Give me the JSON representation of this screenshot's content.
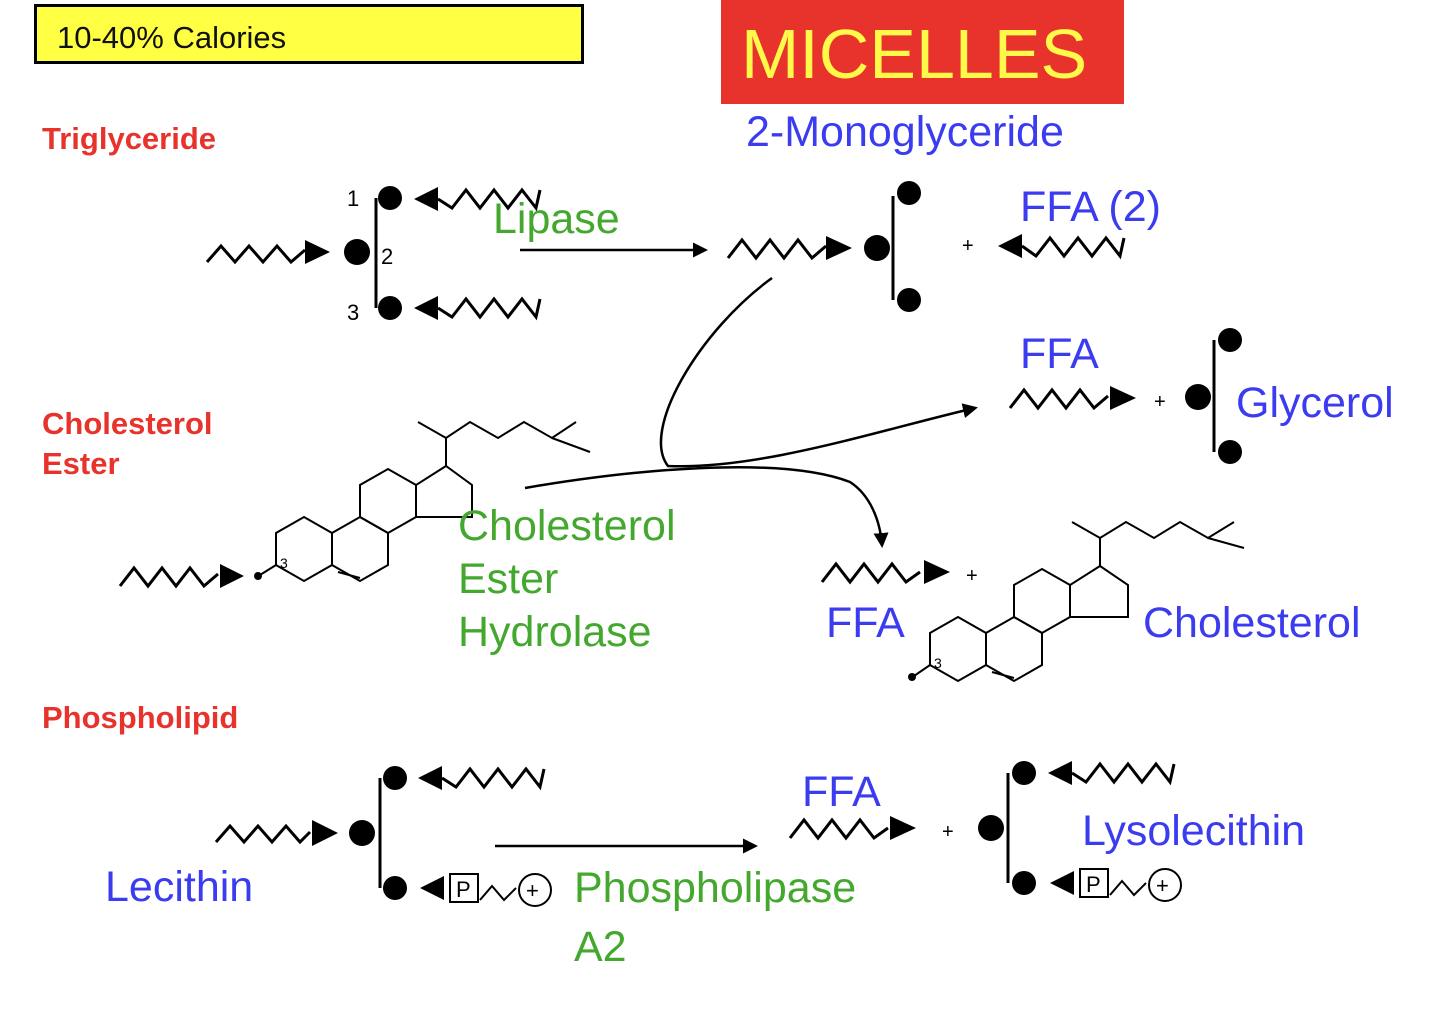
{
  "header": {
    "calories": "10-40% Calories",
    "micelles": "MICELLES"
  },
  "colors": {
    "red": "#e8332c",
    "blue": "#3b3bf0",
    "green": "#44a82f",
    "yellow": "#ffff44"
  },
  "sections": {
    "triglyceride": "Triglyceride",
    "cholesterol_ester": [
      "Cholesterol",
      "Ester"
    ],
    "phospholipid": "Phospholipid"
  },
  "enzymes": {
    "lipase": "Lipase",
    "ceh": [
      "Cholesterol",
      "Ester",
      "Hydrolase"
    ],
    "pla2": [
      "Phospholipase",
      "A2"
    ]
  },
  "products": {
    "monoglyceride": "2-Monoglyceride",
    "ffa2": "FFA (2)",
    "ffa": "FFA",
    "glycerol": "Glycerol",
    "cholesterol": "Cholesterol",
    "lecithin": "Lecithin",
    "lysolecithin": "Lysolecithin"
  },
  "markers": {
    "pos1": "1",
    "pos2": "2",
    "pos3": "3",
    "phosphate": "P",
    "charge": "+"
  }
}
